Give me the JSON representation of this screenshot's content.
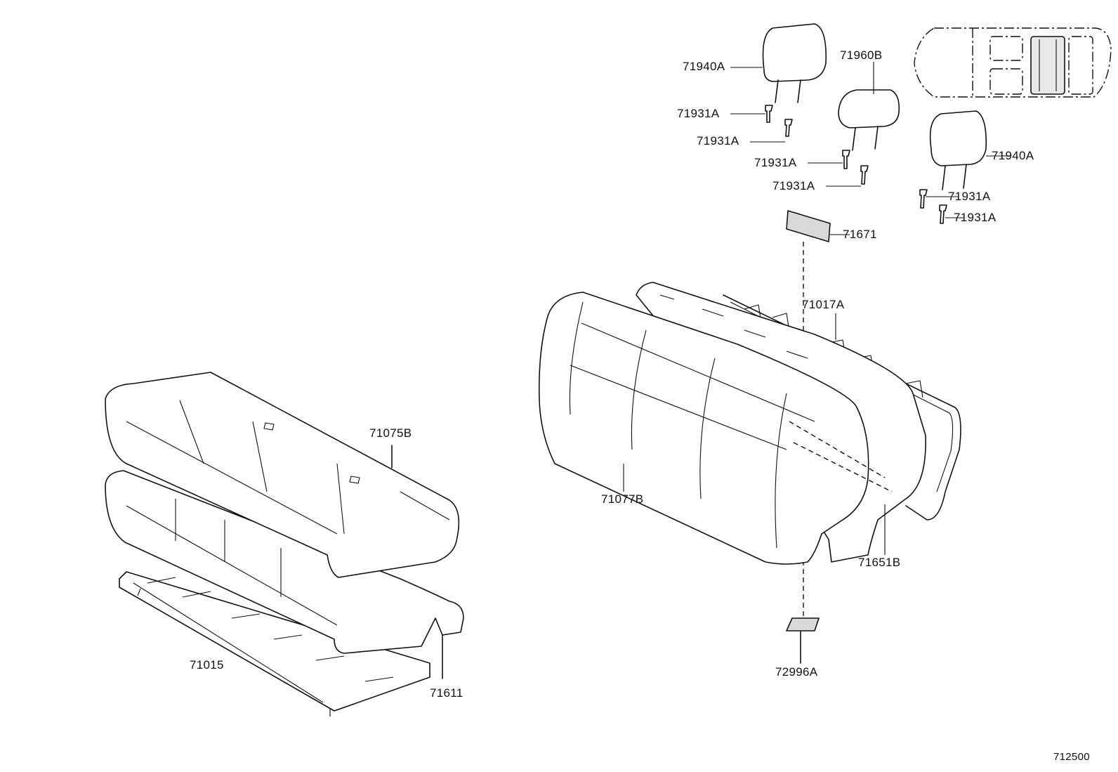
{
  "diagram": {
    "catalog_number": "712500",
    "labels": {
      "headrest_left": "71940A",
      "headrest_center": "71960B",
      "headrest_right": "71940A",
      "support_1": "71931A",
      "support_2": "71931A",
      "support_3": "71931A",
      "support_4": "71931A",
      "support_5": "71931A",
      "support_6": "71931A",
      "pad_71671": "71671",
      "frame_back": "71017A",
      "back_cover": "71077B",
      "back_pad": "71651B",
      "clip": "72996A",
      "cushion_cover": "71075B",
      "cushion_frame": "71015",
      "cushion_pad": "71611"
    }
  }
}
